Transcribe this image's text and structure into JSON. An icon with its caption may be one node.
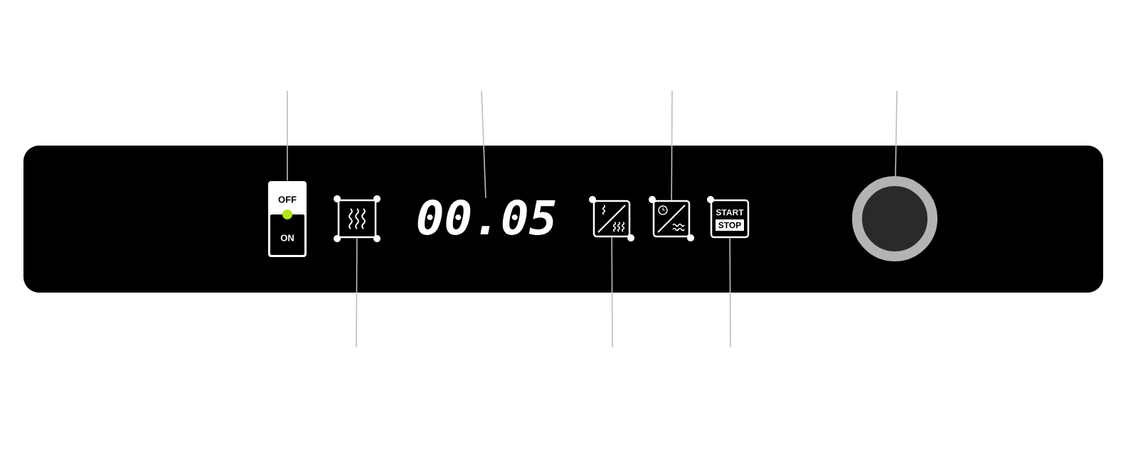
{
  "diagram": {
    "nodes": [
      {
        "text": [
          "OFF",
          "ON"
        ]
      },
      {
        "text": [],
        "shape": "picture"
      },
      {
        "text": [
          "00.05"
        ]
      },
      {
        "text": [],
        "shape": "picture"
      },
      {
        "text": [],
        "shape": "picture"
      },
      {
        "text": [
          "START",
          "STOP"
        ]
      },
      {
        "text": [],
        "shape": "circle"
      }
    ],
    "edges": [
      {
        "from": null,
        "to": 0,
        "arrow": "none"
      },
      {
        "from": null,
        "to": 2,
        "arrow": "none"
      },
      {
        "from": null,
        "to": 4,
        "arrow": "none"
      },
      {
        "from": null,
        "to": 6,
        "arrow": "none"
      },
      {
        "from": null,
        "to": 1,
        "arrow": "none"
      },
      {
        "from": null,
        "to": 3,
        "arrow": "none"
      },
      {
        "from": null,
        "to": 5,
        "arrow": "none"
      }
    ]
  }
}
